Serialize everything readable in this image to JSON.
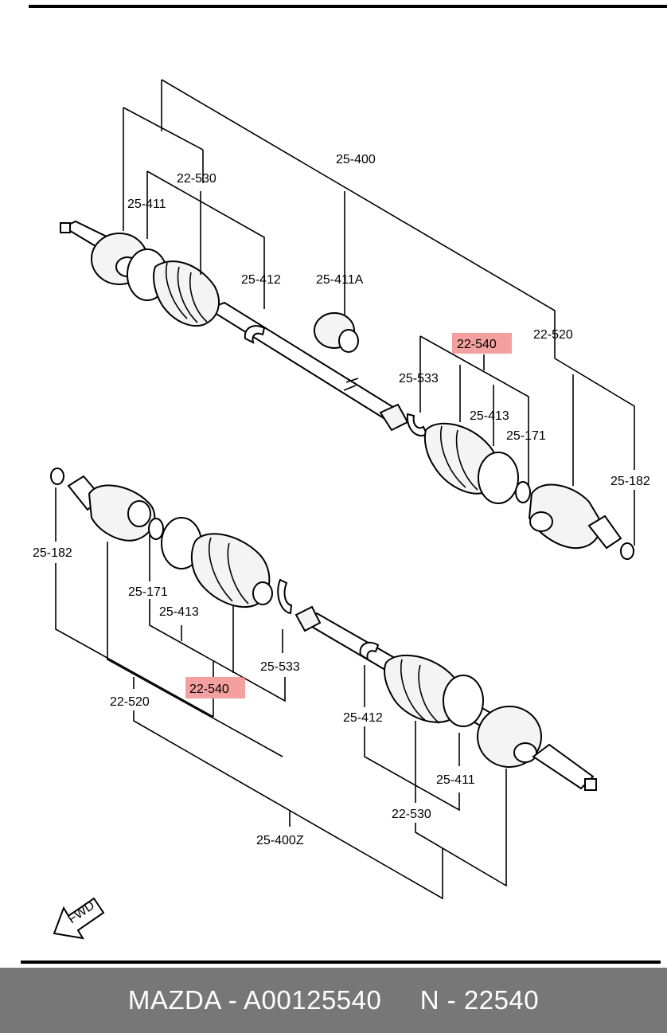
{
  "labels": {
    "top_25_400": "25-400",
    "top_22_530": "22-530",
    "top_25_411": "25-411",
    "top_25_412": "25-412",
    "top_25_411A": "25-411A",
    "top_22_540": "22-540",
    "top_22_520": "22-520",
    "top_25_533": "25-533",
    "top_25_413": "25-413",
    "top_25_171": "25-171",
    "top_25_182": "25-182",
    "bot_25_182": "25-182",
    "bot_25_171": "25-171",
    "bot_25_413": "25-413",
    "bot_25_533": "25-533",
    "bot_22_540": "22-540",
    "bot_22_520": "22-520",
    "bot_25_412": "25-412",
    "bot_25_411": "25-411",
    "bot_22_530": "22-530",
    "bot_25_400Z": "25-400Z",
    "fwd": "FWD"
  },
  "highlight_color": "#f08080",
  "footer": {
    "text": "MAZDA - A00125540     N - 22540",
    "background": "#777777"
  }
}
